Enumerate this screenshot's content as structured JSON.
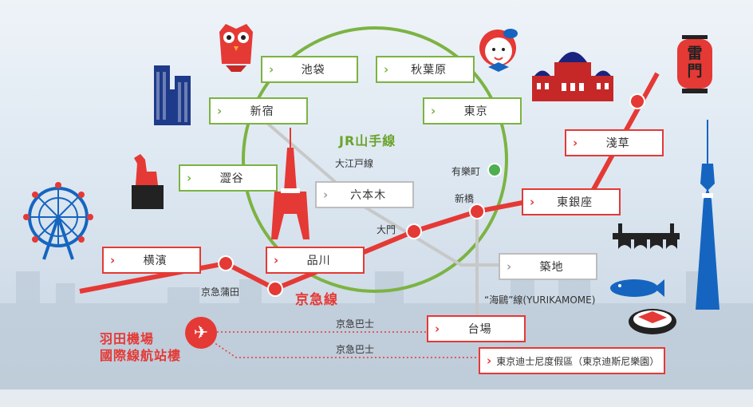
{
  "lines": {
    "jr": {
      "name": "JR山手線",
      "color": "#7cb342"
    },
    "keikyu": {
      "name": "京急線",
      "color": "#e53935"
    },
    "oedo": {
      "name": "大江戸線",
      "color": "#c8c8c8"
    },
    "yurikamome": {
      "name": "“海鷗”線(YURIKAMOME)"
    }
  },
  "stations": {
    "ikebukuro": "池袋",
    "akihabara": "秋葉原",
    "shinjuku": "新宿",
    "tokyo": "東京",
    "shibuya": "澀谷",
    "roppongi": "六本木",
    "shinagawa": "品川",
    "yokohama": "横濱",
    "asakusa": "淺草",
    "higashi_ginza": "東銀座",
    "tsukiji": "築地",
    "daiba": "台場",
    "disney": "東京迪士尼度假區（東京迪斯尼樂園）"
  },
  "stop_labels": {
    "yurakucho": "有樂町",
    "shinbashi": "新橋",
    "daimon": "大門",
    "keikyu_kamata": "京急蒲田"
  },
  "bus": {
    "label1": "京急巴士",
    "label2": "京急巴士"
  },
  "airport": {
    "line1": "羽田機場",
    "line2": "國際線航站樓"
  },
  "landmarks": {
    "lantern_text": "雷門",
    "icons": [
      "building-icon",
      "owl-icon",
      "dog-statue-icon",
      "ferris-wheel-icon",
      "tokyo-tower-icon",
      "mascot-girl-icon",
      "tokyo-station-icon",
      "lantern-icon",
      "skytree-icon",
      "bridge-icon",
      "fish-icon",
      "sushi-icon",
      "plane-icon"
    ]
  }
}
